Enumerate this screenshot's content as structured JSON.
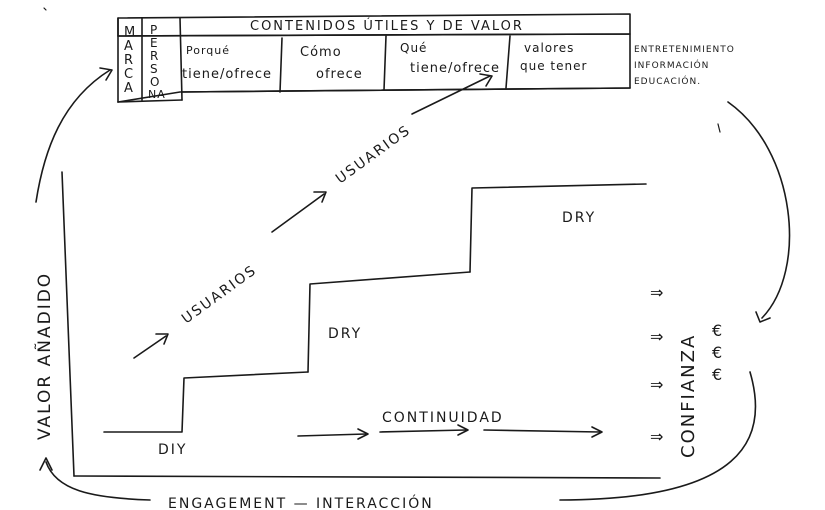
{
  "header": {
    "title": "CONTENIDOS ÚTILES Y DE VALOR",
    "col_marca": [
      "M",
      "A",
      "R",
      "C",
      "A"
    ],
    "col_persona": [
      "P",
      "E",
      "R",
      "S",
      "O",
      "NA"
    ],
    "cells": [
      {
        "line1": "Porqué",
        "line2": "tiene/ofrece"
      },
      {
        "line1": "Cómo",
        "line2": "ofrece"
      },
      {
        "line1": "Qué",
        "line2": "tiene/ofrece"
      },
      {
        "line1": "valores",
        "line2": "que tener"
      }
    ],
    "side_note": [
      "ENTRETENIMIENTO",
      "INFORMACIÓN",
      "EDUCACIÓN."
    ]
  },
  "axis": {
    "y_label": "VALOR AÑADIDO",
    "bottom_label": "ENGAGEMENT — INTERACCIÓN"
  },
  "stairs": {
    "step1": "DIY",
    "step2": "DRY",
    "step3": "DRY"
  },
  "path_labels": {
    "lower": "USUARIOS",
    "upper": "USUARIOS",
    "continuity": "CONTINUIDAD"
  },
  "right": {
    "confianza": "CONFIANZA",
    "arrow_glyph": "⇒",
    "euro_glyph": "€"
  }
}
